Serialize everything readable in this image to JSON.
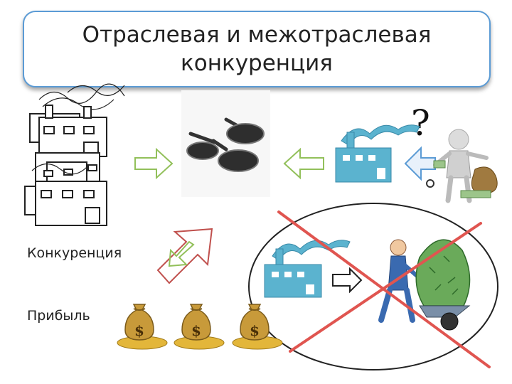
{
  "title": "Отраслевая и межотраслевая\nконкуренция",
  "labels": {
    "competition": "Конкуренция",
    "profit": "Прибыль"
  },
  "question_mark": "?",
  "money_symbol": "$",
  "colors": {
    "title_border": "#5b9bd5",
    "factory": "#5bb3cf",
    "arrow_green": "#92c05a",
    "arrow_red": "#c0504d",
    "cross": "#e05550",
    "money_bag": "#c89a3a",
    "coins": "#e3b63a"
  }
}
